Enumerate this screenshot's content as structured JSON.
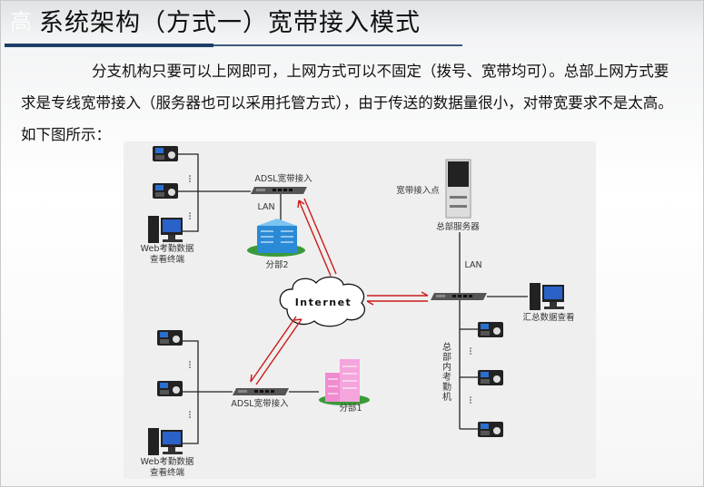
{
  "slide": {
    "corner_mark": "高",
    "title": "系统架构（方式一）宽带接入模式",
    "paragraph": "分支机构只要可以上网即可，上网方式可以不固定（拨号、宽带均可）。总部上网方式要求是专线宽带接入（服务器也可以采用托管方式），由于传送的数据量很小，对带宽要求不是太高。如下图所示："
  },
  "diagram": {
    "internet": "Internet",
    "branch2": {
      "router": "ADSL宽带接入",
      "lan": "LAN",
      "building": "分部2",
      "terminal_line1": "Web考勤数据",
      "terminal_line2": "查看终端"
    },
    "branch1": {
      "router": "ADSL宽带接入",
      "building": "分部1",
      "terminal_line1": "Web考勤数据",
      "terminal_line2": "查看终端"
    },
    "hq": {
      "access_point": "宽带接入点",
      "server": "总部服务器",
      "lan": "LAN",
      "summary": "汇总数据查看",
      "devices": "总部内考勤机"
    },
    "colors": {
      "arrow": "#cc1a1a",
      "branch2_building": "#2b8ad6",
      "branch1_building": "#f08bd0"
    }
  }
}
